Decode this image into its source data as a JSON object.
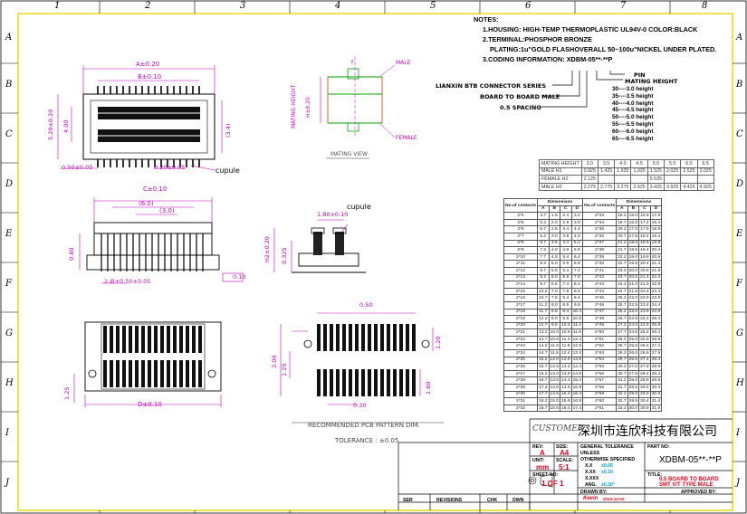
{
  "grid": {
    "columns": [
      "1",
      "2",
      "3",
      "4",
      "5",
      "6",
      "7",
      "8"
    ],
    "rows": [
      "A",
      "B",
      "C",
      "D",
      "E",
      "F",
      "G",
      "H",
      "I",
      "J"
    ]
  },
  "notes": {
    "title": "NOTES:",
    "lines": [
      "1.HOUSING: HIGH-TEMP THERMOPLASTIC UL94V-0  COLOR:BLACK",
      "2.TERMINAL:PHOSPHOR BRONZE",
      "PLATING:1u\"GOLD FLASHOVERALL 50~100u\"NICKEL UNDER PLATED.",
      "3.CODING INFORMATION: XDBM-05**-**P"
    ],
    "coding": {
      "pin": "PIN",
      "mating_height": "MATING HEIGHT",
      "series": "LIANXIN BTB CONNECTOR SERIES",
      "board": "BOARD TO BOARD MALE",
      "spacing": "0.5 SPACING",
      "heights": [
        "30----3.0 height",
        "35----3.5 height",
        "40----4.0 height",
        "45----4.5 height",
        "50----5.0 height",
        "55----5.5 height",
        "60----6.0 height",
        "65----6.5 height"
      ]
    }
  },
  "height_table": {
    "rows": [
      [
        "MATING HEIGHT",
        "3.0",
        "3.5",
        "4.0",
        "4.5",
        "5.0",
        "5.5",
        "6.0",
        "6.5"
      ],
      [
        "MALE H1",
        "0.925",
        "1.425",
        "1.925",
        "1.025",
        "1.525",
        "2.025",
        "2.525",
        "3.025"
      ],
      [
        "FEMALE H2",
        "2.125",
        "",
        "",
        "",
        "5.535",
        "",
        "",
        ""
      ],
      [
        "MALE H2",
        "2.275",
        "2.775",
        "3.275",
        "2.925",
        "3.425",
        "3.925",
        "4.425",
        "4.925"
      ]
    ]
  },
  "dim_table": {
    "header_left": [
      "No.of contacts",
      "Dimensions"
    ],
    "header_right": [
      "No.of contacts",
      "Dimensions"
    ],
    "sub": [
      "A",
      "B",
      "C",
      "D"
    ],
    "left": [
      [
        "2*4",
        "4.7",
        "1.5",
        "2.4",
        "3.4"
      ],
      [
        "2*5",
        "5.2",
        "2.0",
        "2.9",
        "3.9"
      ],
      [
        "2*6",
        "5.7",
        "2.5",
        "3.4",
        "4.4"
      ],
      [
        "2*7",
        "6.2",
        "3.0",
        "3.9",
        "4.9"
      ],
      [
        "2*8",
        "6.7",
        "3.5",
        "4.4",
        "5.4"
      ],
      [
        "2*9",
        "7.2",
        "4.0",
        "4.9",
        "5.9"
      ],
      [
        "2*10",
        "7.7",
        "4.5",
        "5.4",
        "6.4"
      ],
      [
        "2*11",
        "8.2",
        "5.0",
        "5.9",
        "6.9"
      ],
      [
        "2*12",
        "8.7",
        "5.5",
        "6.4",
        "7.4"
      ],
      [
        "2*13",
        "9.2",
        "6.0",
        "6.9",
        "7.9"
      ],
      [
        "2*14",
        "9.7",
        "6.5",
        "7.4",
        "8.4"
      ],
      [
        "2*15",
        "10.2",
        "7.0",
        "7.9",
        "8.9"
      ],
      [
        "2*16",
        "10.7",
        "7.5",
        "8.4",
        "9.4"
      ],
      [
        "2*17",
        "11.2",
        "8.0",
        "8.9",
        "9.9"
      ],
      [
        "2*18",
        "11.7",
        "8.5",
        "9.4",
        "10.4"
      ],
      [
        "2*19",
        "12.2",
        "9.0",
        "9.9",
        "10.9"
      ],
      [
        "2*20",
        "12.7",
        "9.5",
        "10.4",
        "11.4"
      ],
      [
        "2*21",
        "13.2",
        "10.0",
        "10.9",
        "11.9"
      ],
      [
        "2*22",
        "13.7",
        "10.5",
        "11.4",
        "12.4"
      ],
      [
        "2*23",
        "14.2",
        "11.0",
        "11.9",
        "12.9"
      ],
      [
        "2*24",
        "14.7",
        "11.5",
        "12.4",
        "13.4"
      ],
      [
        "2*25",
        "15.2",
        "12.0",
        "12.9",
        "13.9"
      ],
      [
        "2*26",
        "15.7",
        "12.5",
        "13.4",
        "14.4"
      ],
      [
        "2*27",
        "16.2",
        "13.0",
        "13.9",
        "14.9"
      ],
      [
        "2*28",
        "16.7",
        "13.5",
        "14.4",
        "15.4"
      ],
      [
        "2*29",
        "17.2",
        "14.0",
        "14.9",
        "15.9"
      ],
      [
        "2*30",
        "17.7",
        "14.5",
        "15.4",
        "16.4"
      ],
      [
        "2*31",
        "18.2",
        "15.0",
        "15.9",
        "16.9"
      ],
      [
        "2*32",
        "18.7",
        "15.5",
        "16.4",
        "17.4"
      ]
    ],
    "right": [
      [
        "2*33",
        "19.2",
        "16.0",
        "16.9",
        "17.9"
      ],
      [
        "2*34",
        "19.7",
        "16.5",
        "17.4",
        "18.4"
      ],
      [
        "2*35",
        "20.2",
        "17.0",
        "17.9",
        "18.9"
      ],
      [
        "2*36",
        "20.7",
        "17.5",
        "18.4",
        "19.4"
      ],
      [
        "2*37",
        "21.2",
        "18.0",
        "18.9",
        "19.9"
      ],
      [
        "2*38",
        "21.7",
        "18.5",
        "19.4",
        "20.4"
      ],
      [
        "2*39",
        "22.2",
        "19.0",
        "19.9",
        "20.9"
      ],
      [
        "2*40",
        "22.7",
        "19.5",
        "20.4",
        "21.4"
      ],
      [
        "2*41",
        "23.2",
        "20.0",
        "20.9",
        "21.9"
      ],
      [
        "2*42",
        "23.7",
        "20.5",
        "21.4",
        "22.4"
      ],
      [
        "2*43",
        "24.2",
        "21.0",
        "21.9",
        "22.9"
      ],
      [
        "2*44",
        "24.7",
        "21.5",
        "22.4",
        "23.4"
      ],
      [
        "2*45",
        "25.2",
        "22.0",
        "22.9",
        "23.9"
      ],
      [
        "2*46",
        "25.7",
        "22.5",
        "23.4",
        "24.4"
      ],
      [
        "2*47",
        "26.2",
        "23.0",
        "23.9",
        "24.9"
      ],
      [
        "2*48",
        "26.7",
        "23.5",
        "24.4",
        "25.4"
      ],
      [
        "2*49",
        "27.2",
        "24.0",
        "24.9",
        "25.9"
      ],
      [
        "2*50",
        "27.7",
        "24.5",
        "25.4",
        "26.4"
      ],
      [
        "2*51",
        "28.2",
        "25.0",
        "25.9",
        "26.9"
      ],
      [
        "2*52",
        "28.7",
        "25.5",
        "26.4",
        "27.4"
      ],
      [
        "2*53",
        "29.2",
        "26.0",
        "26.9",
        "27.9"
      ],
      [
        "2*54",
        "29.7",
        "26.5",
        "27.4",
        "28.4"
      ],
      [
        "2*55",
        "30.2",
        "27.0",
        "27.9",
        "28.9"
      ],
      [
        "2*56",
        "30.7",
        "27.5",
        "28.4",
        "29.4"
      ],
      [
        "2*57",
        "31.2",
        "28.0",
        "28.9",
        "29.9"
      ],
      [
        "2*58",
        "31.7",
        "28.5",
        "29.4",
        "30.4"
      ],
      [
        "2*59",
        "32.2",
        "29.0",
        "29.9",
        "30.9"
      ],
      [
        "2*60",
        "32.7",
        "29.5",
        "30.4",
        "31.4"
      ],
      [
        "2*61",
        "33.2",
        "30.0",
        "30.9",
        "31.9"
      ]
    ]
  },
  "views": {
    "top": {
      "a": "A±0.20",
      "b": "B±0.10",
      "w1": "5.20±0.20",
      "w2": "4.00",
      "w3": "(3.4)",
      "p1": "0.50±0.05",
      "p2": "0.20±0.05",
      "label": "cupule"
    },
    "mating": {
      "male": "MALE",
      "female": "FEMALE",
      "axis": "MATING HEIGHT",
      "h": "H±0.20",
      "ref": "f",
      "title": "MATING VIEW"
    },
    "front": {
      "c": "C±0.10",
      "d1": "(6.0)",
      "d2": "(3.0)",
      "h": "0.80",
      "pitch": "2-Ø±0.50±0.05",
      "flat": "0.10"
    },
    "side": {
      "w": "1.80±0.10",
      "label": "cupule",
      "h1": "H2±0.20",
      "h2": "0.325"
    },
    "bottom": {
      "d": "D±0.10",
      "h": "1.25"
    },
    "pcb": {
      "title": "RECOMMENDED PCB PATTERN DIM.",
      "tolerance": "TOLERANCE : ±0.05",
      "d1": "0.50",
      "d2": "0.30",
      "d3": "1.20",
      "d4": "3.00",
      "d5": "1.25",
      "d6": "1.60"
    }
  },
  "title_block": {
    "customer": "CUSTOMER",
    "company": "深圳市连欣科技有限公司",
    "rev_label": "REV:",
    "rev": "A",
    "size_label": "SIZE:",
    "size": "A4",
    "unit_label": "UNIT:",
    "unit": "mm",
    "scale_label": "SCALE:",
    "scale": "5:1",
    "sheet_label": "SHEET NO:",
    "sheet": "1 OF 1",
    "tol_title": "GENERAL TOLERANCE",
    "tol_sub1": "UNLESS",
    "tol_sub2": "OTHERWISE SPECIFIED",
    "tol_rows": [
      [
        "X.X",
        "±0.05"
      ],
      [
        "X.XX",
        "±0.10"
      ],
      [
        "X.XXX",
        ""
      ],
      [
        "ANG.",
        "±0.30°"
      ]
    ],
    "drawn_label": "DRAWN BY:",
    "drawn_by": "Kevin",
    "drawn_date": "2013-12-02",
    "part_label": "PART NO:",
    "part_no": "XDBM-05**-**P",
    "title_label": "TITLE:",
    "title_1": "0.5 BOARD TO BOARD",
    "title_2": "SMT V/T TYPE MALE",
    "approved_label": "APPROVED BY:",
    "revision_cols": [
      "SER",
      "REVISIONS",
      "CHK",
      "DWN"
    ]
  }
}
